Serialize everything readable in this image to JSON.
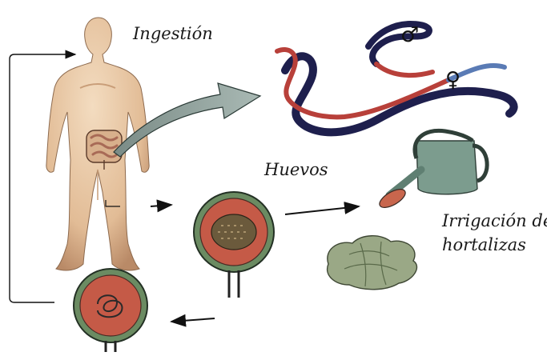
{
  "labels": {
    "ingestion": "Ingestión",
    "eggs": "Huevos",
    "irrigation_line1": "Irrigación de",
    "irrigation_line2": "hortalizas"
  },
  "symbols": {
    "male": "♂",
    "female": "♀"
  },
  "colors": {
    "skin": "#e6c6a2",
    "skin_shade": "#b98a67",
    "intestine": "#a86a56",
    "worm_dark": "#1e1f4d",
    "worm_red": "#b8403a",
    "worm_blue": "#5a7bb5",
    "egg_outer": "#6b8b62",
    "egg_inner": "#c55a47",
    "egg_core": "#6b5a3c",
    "can_green": "#7c9c8e",
    "lettuce": "#8a9a73",
    "line": "#111111"
  }
}
